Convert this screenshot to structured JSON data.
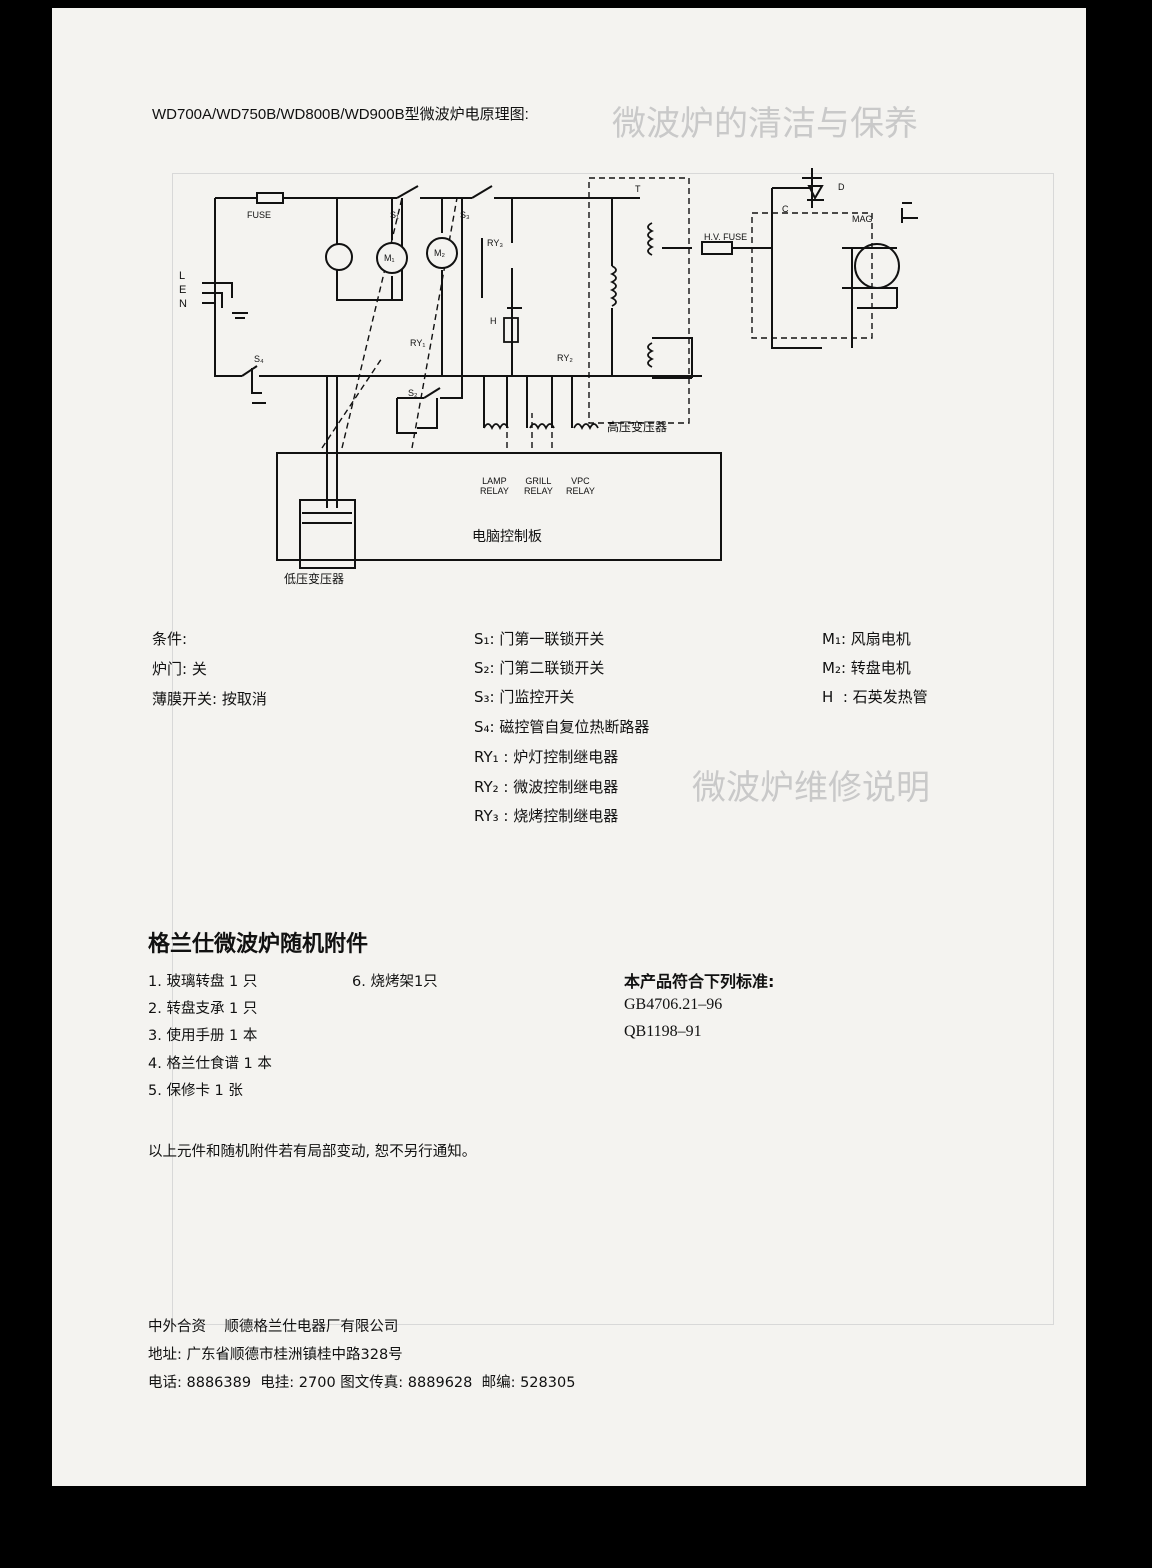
{
  "schematic": {
    "title": "WD700A/WD750B/WD800B/WD900B型微波炉电原理图:",
    "labels": {
      "fuse": "FUSE",
      "hv_fuse": "H.V. FUSE",
      "l": "L",
      "e": "E",
      "n": "N",
      "s1": "S₁",
      "s3": "S₃",
      "s2": "S₂",
      "s4": "S₄",
      "m1": "M₁",
      "m2": "M₂",
      "ry1": "RY₁",
      "ry2": "RY₂",
      "ry3": "RY₃",
      "h": "H",
      "t": "T",
      "c": "C",
      "d": "D",
      "mag": "MAG",
      "lamp_relay": "LAMP\nRELAY",
      "grill_relay": "GRILL\nRELAY",
      "vpc_relay": "VPC\nRELAY",
      "high_voltage_transformer": "高压变压器",
      "control_board": "电脑控制板",
      "low_voltage_transformer": "低压变压器"
    }
  },
  "conditions": {
    "heading": "条件:",
    "items": [
      "炉门: 关",
      "薄膜开关: 按取消"
    ]
  },
  "legend_switches": [
    "S₁: 门第一联锁开关",
    "S₂: 门第二联锁开关",
    "S₃: 门监控开关",
    "S₄: 磁控管自复位热断路器",
    "RY₁ : 炉灯控制继电器",
    "RY₂ : 微波控制继电器",
    "RY₃ : 烧烤控制继电器"
  ],
  "legend_components": [
    "M₁: 风扇电机",
    "M₂: 转盘电机",
    "H  : 石英发热管"
  ],
  "accessories": {
    "title": "格兰仕微波炉随机附件",
    "col1": [
      "1. 玻璃转盘 1 只",
      "2. 转盘支承 1 只",
      "3. 使用手册 1 本",
      "4. 格兰仕食谱 1 本",
      "5. 保修卡 1 张"
    ],
    "col2": [
      "6. 烧烤架1只"
    ]
  },
  "standards": {
    "heading": "本产品符合下列标准:",
    "items": [
      "GB4706.21–96",
      "QB1198–91"
    ]
  },
  "notice": "以上元件和随机附件若有局部变动, 恕不另行通知。",
  "company": {
    "line1": "中外合资    顺德格兰仕电器厂有限公司",
    "line2": "地址: 广东省顺德市桂洲镇桂中路328号",
    "line3": "电话: 8886389  电挂: 2700 图文传真: 8889628  邮编: 528305"
  }
}
